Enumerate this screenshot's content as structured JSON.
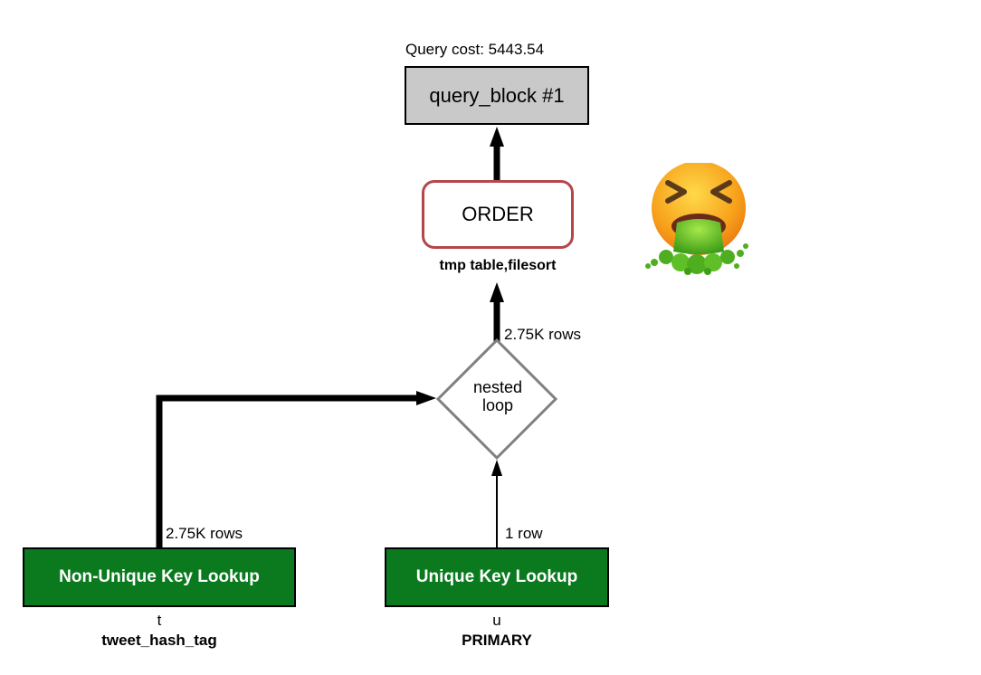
{
  "query_cost_label": "Query cost: 5443.54",
  "query_block_label": "query_block #1",
  "order_node": {
    "label": "ORDER",
    "sublabel": "tmp table,filesort"
  },
  "nested_loop": {
    "line1": "nested",
    "line2": "loop",
    "output_rows": "2.75K rows"
  },
  "left_lookup": {
    "label": "Non-Unique Key Lookup",
    "rows": "2.75K rows",
    "table_alias": "t",
    "key": "tweet_hash_tag"
  },
  "right_lookup": {
    "label": "Unique Key Lookup",
    "rows": "1 row",
    "table_alias": "u",
    "key": "PRIMARY"
  },
  "colors": {
    "lookup_fill": "#0b7a1f",
    "query_block_fill": "#c9c9c9",
    "order_border": "#b5464a",
    "diamond_border": "#808080"
  },
  "decoration": {
    "emoji": "face-vomiting-emoji"
  }
}
